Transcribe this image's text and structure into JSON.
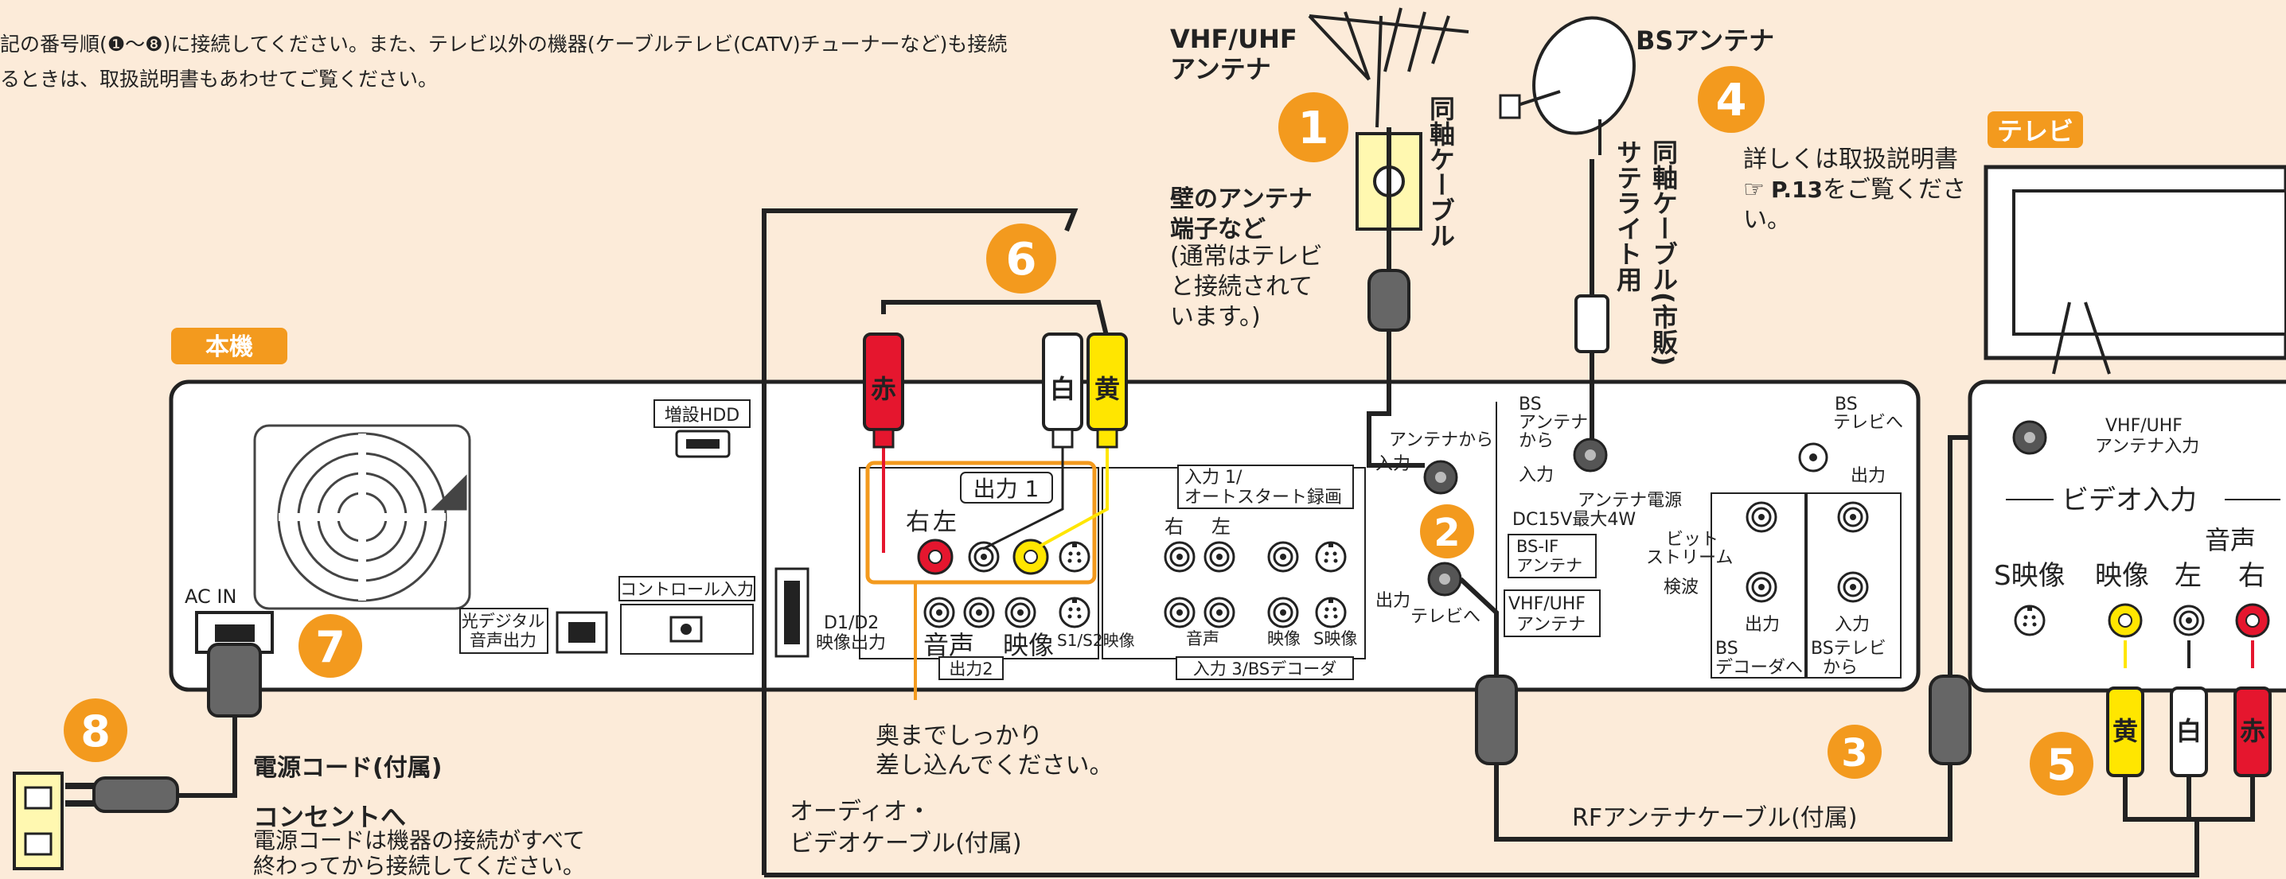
{
  "intro": {
    "line1": "記の番号順(❶〜❽)に接続してください。また、テレビ以外の機器(ケーブルテレビ(CATV)チューナーなど)も接続",
    "line2": "るときは、取扱説明書もあわせてご覧ください。"
  },
  "steps": [
    "1",
    "2",
    "3",
    "4",
    "5",
    "6",
    "7",
    "8"
  ],
  "labels": {
    "unit_badge": "本機",
    "tv_badge": "テレビ",
    "vhf_antenna_1": "VHF/UHF",
    "vhf_antenna_2": "アンテナ",
    "bs_antenna": "BSアンテナ",
    "wall_1": "壁のアンテナ",
    "wall_2": "端子など",
    "wall_3": "(通常はテレビ",
    "wall_4": "と接続されて",
    "wall_5": "います。)",
    "coax_cable": "同軸ケーブル",
    "sat_cable_a": "サテライト用",
    "sat_cable_b": "同軸ケーブル(市販)",
    "bs_note_1": "詳しくは取扱説明書",
    "bs_note_2": "P.13",
    "bs_note_3": "をご覧くださ",
    "bs_note_4": "い。",
    "hdd": "増設HDD",
    "ac_in": "AC IN",
    "optical_1": "光デジタル",
    "optical_2": "音声出力",
    "control": "コントロール入力",
    "d_out_1": "D1/D2",
    "d_out_2": "映像出力",
    "out1": "出力 1",
    "right": "右",
    "left": "左",
    "out2_audio": "音声",
    "out2_video": "映像",
    "s_video_out": "S1/S2映像",
    "out2": "出力2",
    "in1_a": "入力 1/",
    "in1_b": "オートスタート録画",
    "in3_audio": "音声",
    "in3_video": "映像",
    "in3_s": "S映像",
    "in3": "入力 3/BSデコーダ",
    "ant_in_1": "アンテナから",
    "ant_in_2": "入力",
    "ant_out_1": "出力",
    "ant_out_2": "テレビへ",
    "bs_from_1": "BS",
    "bs_from_2": "アンテナ",
    "bs_from_3": "から",
    "bs_in": "入力",
    "bs_power_1": "アンテナ電源",
    "bs_power_2": "DC15V最大4W",
    "bsif_1": "BS-IF",
    "bsif_2": "アンテナ",
    "vhf_term_1": "VHF/UHF",
    "vhf_term_2": "アンテナ",
    "bs_to_tv_1": "BS",
    "bs_to_tv_2": "テレビへ",
    "bs_to_tv_3": "出力",
    "bitstream_1": "ビット",
    "bitstream_2": "ストリーム",
    "detect": "検波",
    "decoder_out": "出力",
    "decoder_in": "入力",
    "bs_decoder_1": "BS",
    "bs_decoder_2": "デコーダへ",
    "bs_tv_from_1": "BSテレビ",
    "bs_tv_from_2": "から",
    "push_1": "奥までしっかり",
    "push_2": "差し込んでください。",
    "av_cable_1": "オーディオ・",
    "av_cable_2": "ビデオケーブル(付属)",
    "rf_cable": "RFアンテナケーブル(付属)",
    "power_cord": "電源コード(付属)",
    "outlet": "コンセントへ",
    "outlet_note_1": "電源コードは機器の接続がすべて",
    "outlet_note_2": "終わってから接続してください。",
    "tv_vhf_1": "VHF/UHF",
    "tv_vhf_2": "アンテナ入力",
    "video_input": "ビデオ入力",
    "tv_audio": "音声",
    "tv_s": "S映像",
    "tv_video": "映像",
    "tv_left": "左",
    "tv_right": "右",
    "plug_red": "赤",
    "plug_white": "白",
    "plug_yellow": "黄"
  },
  "colors": {
    "orange": "#f39a1e",
    "red": "#e5162e",
    "yellow": "#ffe600",
    "background": "#fcebd9"
  }
}
